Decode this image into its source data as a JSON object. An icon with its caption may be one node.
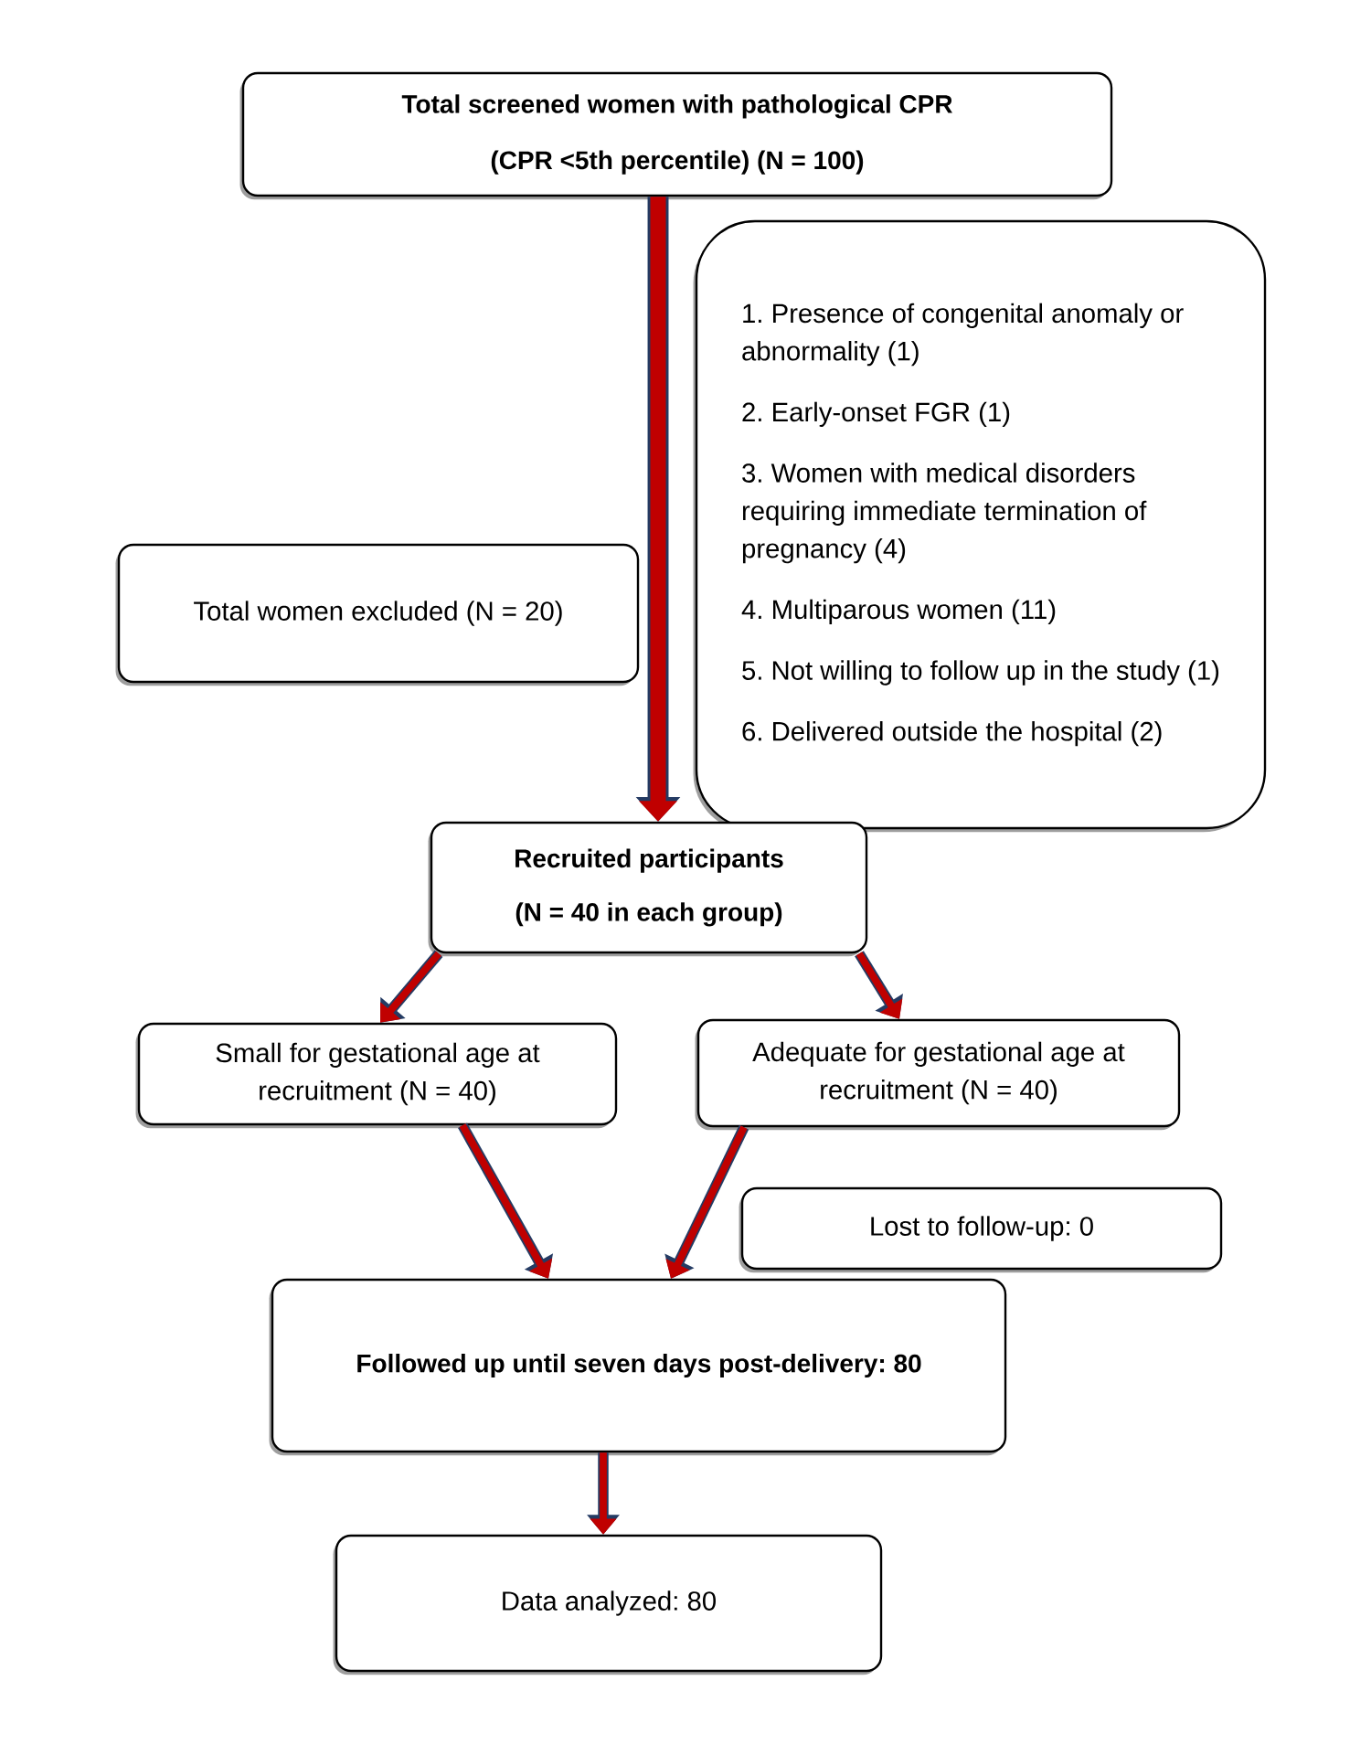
{
  "diagram": {
    "nodes": [
      {
        "text": [
          "Total screened women with pathological CPR",
          "(CPR <5th percentile) (N = 100)"
        ]
      },
      {
        "text": [
          "Total women excluded (N = 20)"
        ]
      },
      {
        "text": [
          "1. Presence of congenital anomaly or abnormality (1)",
          "2. Early-onset FGR (1)",
          "3. Women with medical disorders requiring immediate termination of pregnancy (4)",
          "4. Multiparous women (11)",
          "5. Not willing to follow up in the study (1)",
          "6. Delivered outside the hospital (2)"
        ]
      },
      {
        "text": [
          "Recruited participants",
          "(N = 40 in each group)"
        ]
      },
      {
        "text": [
          "Small for gestational age at recruitment (N = 40)"
        ]
      },
      {
        "text": [
          "Adequate for gestational age at recruitment (N = 40)"
        ]
      },
      {
        "text": [
          "Lost to follow-up: 0"
        ]
      },
      {
        "text": [
          "Followed up until seven days post-delivery: 80"
        ]
      },
      {
        "text": [
          "Data analyzed: 80"
        ]
      }
    ],
    "edges": [
      {
        "from": 0,
        "to": 3,
        "arrow": "to",
        "style": "thick"
      },
      {
        "from": 3,
        "to": 4,
        "arrow": "to"
      },
      {
        "from": 3,
        "to": 5,
        "arrow": "to"
      },
      {
        "from": 4,
        "to": 7,
        "arrow": "to"
      },
      {
        "from": 5,
        "to": 7,
        "arrow": "to"
      },
      {
        "from": 7,
        "to": 8,
        "arrow": "to"
      }
    ]
  }
}
